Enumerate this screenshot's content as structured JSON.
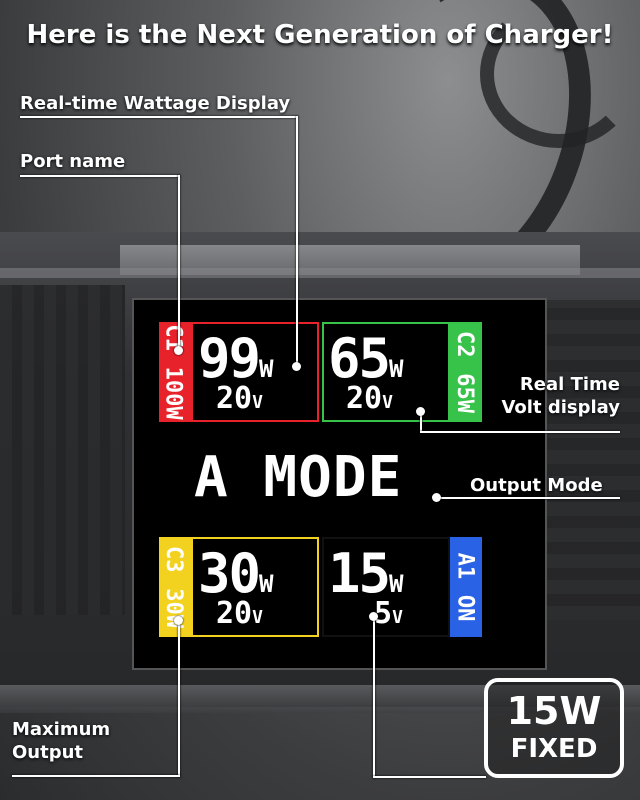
{
  "headline": "Here is the Next Generation of Charger!",
  "labels": {
    "wattage": "Real-time Wattage Display",
    "port_name": "Port name",
    "volt_line1": "Real Time",
    "volt_line2": "Volt display",
    "output_mode": "Output Mode",
    "max_line1": "Maximum",
    "max_line2": "Output"
  },
  "display": {
    "mode": "A MODE",
    "ports": [
      {
        "name": "C1",
        "max": "100W",
        "watt": "99",
        "watt_unit": "W",
        "volt": "20",
        "volt_unit": "V",
        "color": "#e8222b"
      },
      {
        "name": "C2",
        "max": "65W",
        "watt": "65",
        "watt_unit": "W",
        "volt": "20",
        "volt_unit": "V",
        "color": "#37c24a"
      },
      {
        "name": "C3",
        "max": "30W",
        "watt": "30",
        "watt_unit": "W",
        "volt": "20",
        "volt_unit": "V",
        "color": "#f3d21f"
      },
      {
        "name": "A1",
        "max": "ON",
        "watt": "15",
        "watt_unit": "W",
        "volt": "5",
        "volt_unit": "V",
        "color": "#2a62e6"
      }
    ]
  },
  "badge": {
    "line1": "15W",
    "line2": "FIXED"
  }
}
